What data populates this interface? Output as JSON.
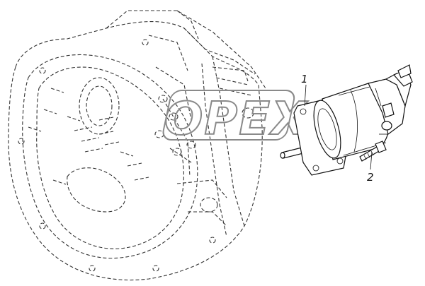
{
  "callouts": [
    {
      "id": "1",
      "label": "1"
    },
    {
      "id": "2",
      "label": "2"
    }
  ],
  "watermark": {
    "text": "OPEX"
  },
  "colors": {
    "line": "#111111",
    "hidden_line": "#333333",
    "watermark": "#8a8a8a",
    "background": "#ffffff"
  }
}
